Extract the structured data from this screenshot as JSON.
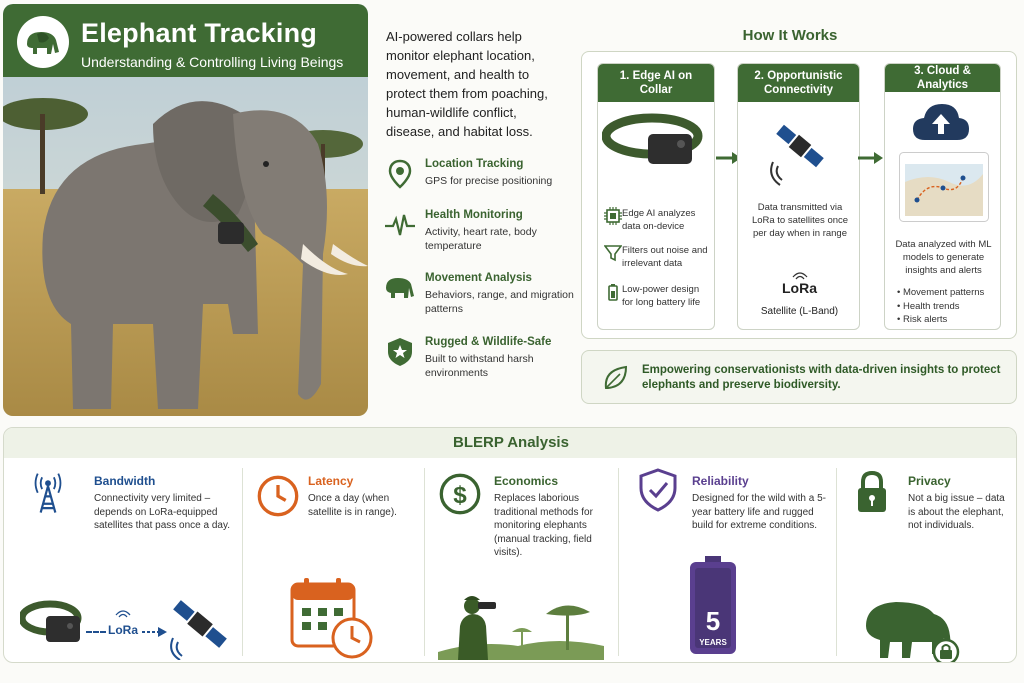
{
  "header": {
    "title": "Elephant Tracking",
    "subtitle": "Understanding & Controlling Living Beings"
  },
  "intro": "AI-powered collars help monitor elephant location, movement, and health to protect them from poaching, human-wildlife conflict, disease, and habitat loss.",
  "features": [
    {
      "title": "Location Tracking",
      "desc": "GPS for precise positioning",
      "icon": "location-pin-icon"
    },
    {
      "title": "Health Monitoring",
      "desc": "Activity, heart rate, body temperature",
      "icon": "heartbeat-icon"
    },
    {
      "title": "Movement Analysis",
      "desc": "Behaviors, range, and migration patterns",
      "icon": "elephant-icon"
    },
    {
      "title": "Rugged & Wildlife-Safe",
      "desc": "Built to withstand harsh environments",
      "icon": "shield-star-icon"
    }
  ],
  "how": {
    "title": "How It Works",
    "steps": [
      {
        "title": "1. Edge AI on Collar",
        "items": [
          {
            "text": "Edge AI analyzes data on-device",
            "icon": "chip-icon"
          },
          {
            "text": "Filters out noise and irrelevant data",
            "icon": "filter-icon"
          },
          {
            "text": "Low-power design for long battery life",
            "icon": "battery-icon"
          }
        ]
      },
      {
        "title": "2. Opportunistic Connectivity",
        "desc": "Data transmitted via LoRa to satellites once per day when in range",
        "logo": "LoRa",
        "caption": "Satellite (L-Band)"
      },
      {
        "title": "3. Cloud & Analytics",
        "desc": "Data analyzed with ML models to generate insights and alerts",
        "bullets": [
          "Movement patterns",
          "Health trends",
          "Risk alerts"
        ]
      }
    ]
  },
  "mission": "Empowering conservationists with data-driven insights to protect elephants and preserve biodiversity.",
  "blerp": {
    "title": "BLERP Analysis",
    "columns": [
      {
        "title": "Bandwidth",
        "desc": "Connectivity very limited – depends on LoRa-equipped satellites that pass once a day.",
        "color": "#1f4f8f",
        "icon": "radio-tower-icon",
        "label": "LoRa"
      },
      {
        "title": "Latency",
        "desc": "Once a day (when satellite is in range).",
        "color": "#d9621f",
        "icon": "clock-icon"
      },
      {
        "title": "Economics",
        "desc": "Replaces laborious traditional methods for monitoring elephants (manual tracking, field visits).",
        "color": "#3a6330",
        "icon": "dollar-icon"
      },
      {
        "title": "Reliability",
        "desc": "Designed for the wild with a 5-year battery life and rugged build for extreme conditions.",
        "color": "#5a3f8f",
        "icon": "shield-check-icon",
        "battery_num": "5",
        "battery_unit": "YEARS"
      },
      {
        "title": "Privacy",
        "desc": "Not a big issue – data is about the elephant, not individuals.",
        "color": "#3a6330",
        "icon": "lock-icon"
      }
    ]
  },
  "colors": {
    "primary_green": "#3f6b34",
    "blue": "#1f4f8f",
    "orange": "#d9621f",
    "purple": "#5a3f8f"
  }
}
